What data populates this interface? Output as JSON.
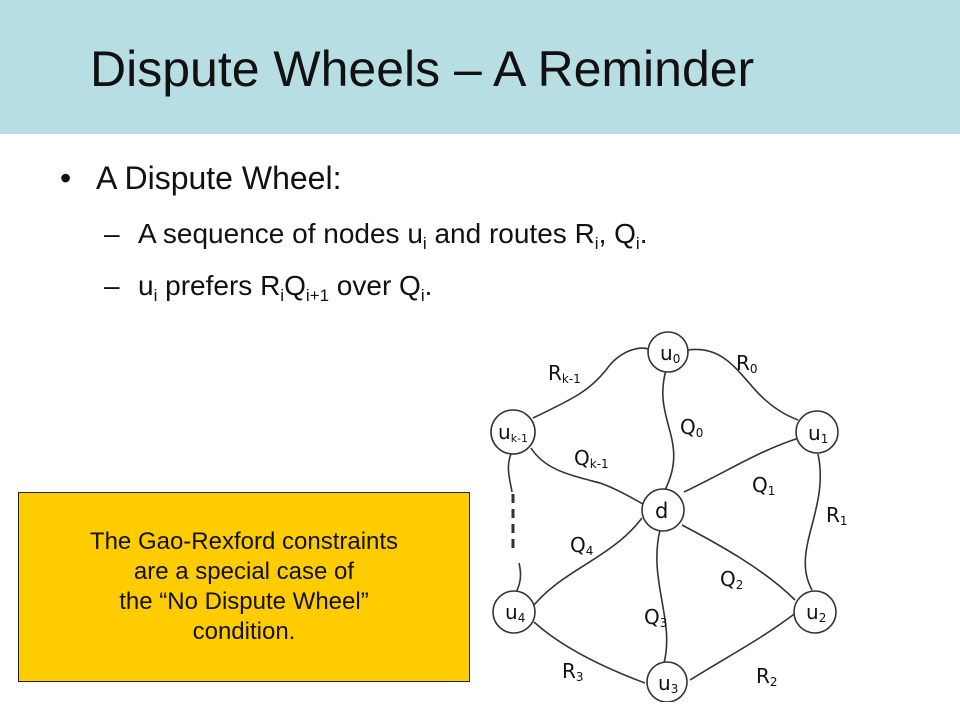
{
  "slide": {
    "title": "Dispute Wheels – A Reminder",
    "bullet_dot": "•",
    "bullet_main": "A Dispute Wheel:",
    "dash": "–",
    "sub1": {
      "t1": "A sequence of nodes u",
      "s1": "i",
      "t2": " and routes R",
      "s2": "i",
      "t3": ", Q",
      "s3": "i",
      "t4": "."
    },
    "sub2": {
      "t1": "u",
      "s1": "i",
      "t2": " prefers R",
      "s2": "i",
      "t3": "Q",
      "s3": "i+1",
      "t4": " over Q",
      "s4": "i",
      "t5": "."
    },
    "callout": {
      "line1": "The Gao-Rexford constraints",
      "line2": "are a special case of",
      "line3": "the “No Dispute Wheel”",
      "line4": "condition."
    }
  },
  "diagram": {
    "nodes": {
      "u0": {
        "base": "u",
        "sub": "0"
      },
      "u1": {
        "base": "u",
        "sub": "1"
      },
      "uk1": {
        "base": "u",
        "sub": "k-1"
      },
      "d": {
        "base": "d",
        "sub": ""
      },
      "u4": {
        "base": "u",
        "sub": "4"
      },
      "u2": {
        "base": "u",
        "sub": "2"
      },
      "u3": {
        "base": "u",
        "sub": "3"
      }
    },
    "edge_labels": {
      "Rk1": {
        "base": "R",
        "sub": "k-1"
      },
      "R0": {
        "base": "R",
        "sub": "0"
      },
      "Q0": {
        "base": "Q",
        "sub": "0"
      },
      "Qk1": {
        "base": "Q",
        "sub": "k-1"
      },
      "Q1": {
        "base": "Q",
        "sub": "1"
      },
      "R1": {
        "base": "R",
        "sub": "1"
      },
      "Q4": {
        "base": "Q",
        "sub": "4"
      },
      "Q2": {
        "base": "Q",
        "sub": "2"
      },
      "Q3": {
        "base": "Q",
        "sub": "3"
      },
      "R3": {
        "base": "R",
        "sub": "3"
      },
      "R2": {
        "base": "R",
        "sub": "2"
      }
    }
  }
}
